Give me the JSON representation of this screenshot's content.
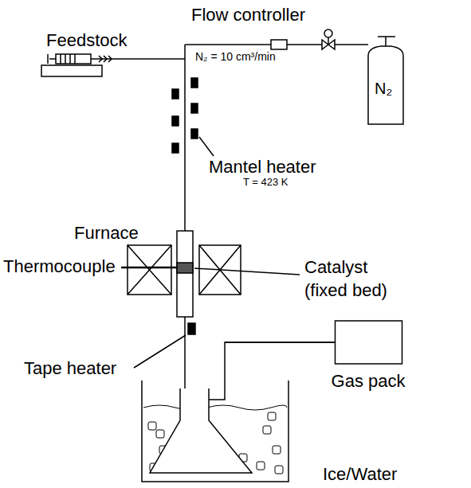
{
  "diagram": {
    "nodes": [
      {
        "text": [
          "Gas pack"
        ]
      }
    ],
    "labels": [
      "Flow controller",
      "Feedstock",
      "N₂ = 10 cm³/min",
      "N₂",
      "Mantel heater",
      "T = 423 K",
      "Furnace",
      "Thermocouple",
      "Catalyst (fixed bed)",
      "Tape heater",
      "Ice/Water"
    ]
  }
}
